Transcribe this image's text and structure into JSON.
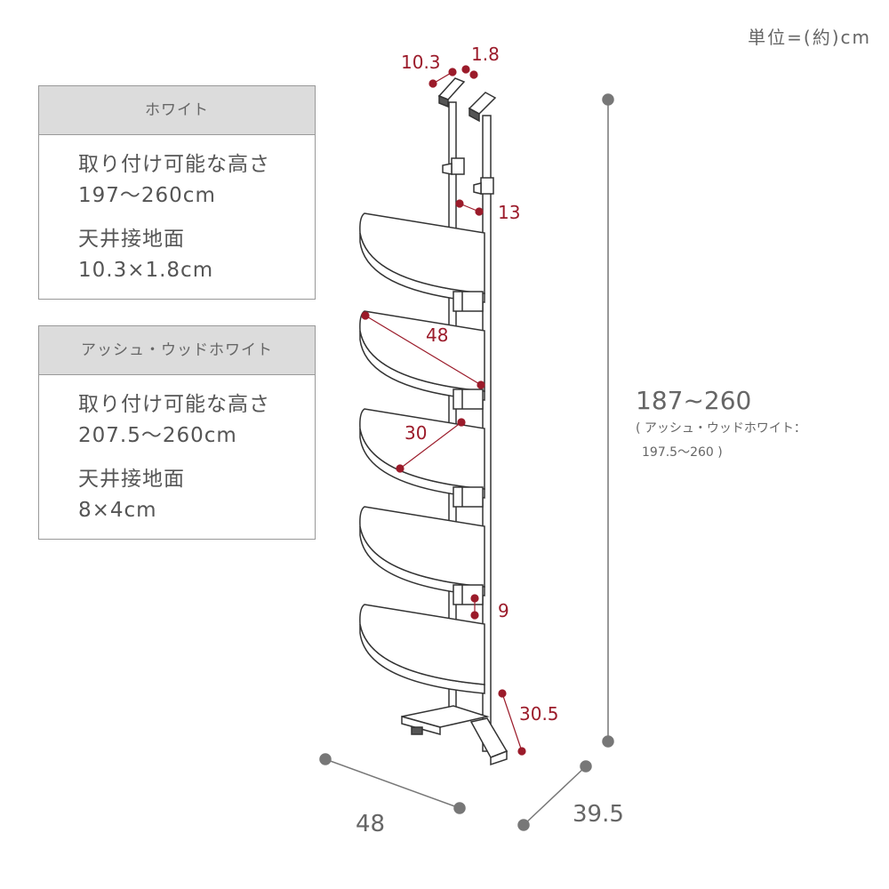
{
  "unit_label": "単位=(約)cm",
  "spec_white": {
    "header": "ホワイト",
    "height_label": "取り付け可能な高さ",
    "height_value": "197〜260cm",
    "contact_label": "天井接地面",
    "contact_value": "10.3×1.8cm"
  },
  "spec_ash": {
    "header": "アッシュ・ウッドホワイト",
    "height_label": "取り付け可能な高さ",
    "height_value": "207.5〜260cm",
    "contact_label": "天井接地面",
    "contact_value": "8×4cm"
  },
  "dimensions": {
    "top_width": "10.3",
    "top_depth": "1.8",
    "pole_gap": "13",
    "shelf_diagonal": "48",
    "shelf_depth": "30",
    "shelf_spacing": "9",
    "base_leg": "30.5",
    "total_height": "187~260",
    "total_height_note_1": "( アッシュ・ウッドホワイト：",
    "total_height_note_2": "197.5〜260 )",
    "base_width": "48",
    "base_depth": "39.5"
  },
  "colors": {
    "accent": "#9b1b2a",
    "gray_dim": "#777777",
    "outline": "#333333",
    "header_bg": "#dcdcdc"
  }
}
